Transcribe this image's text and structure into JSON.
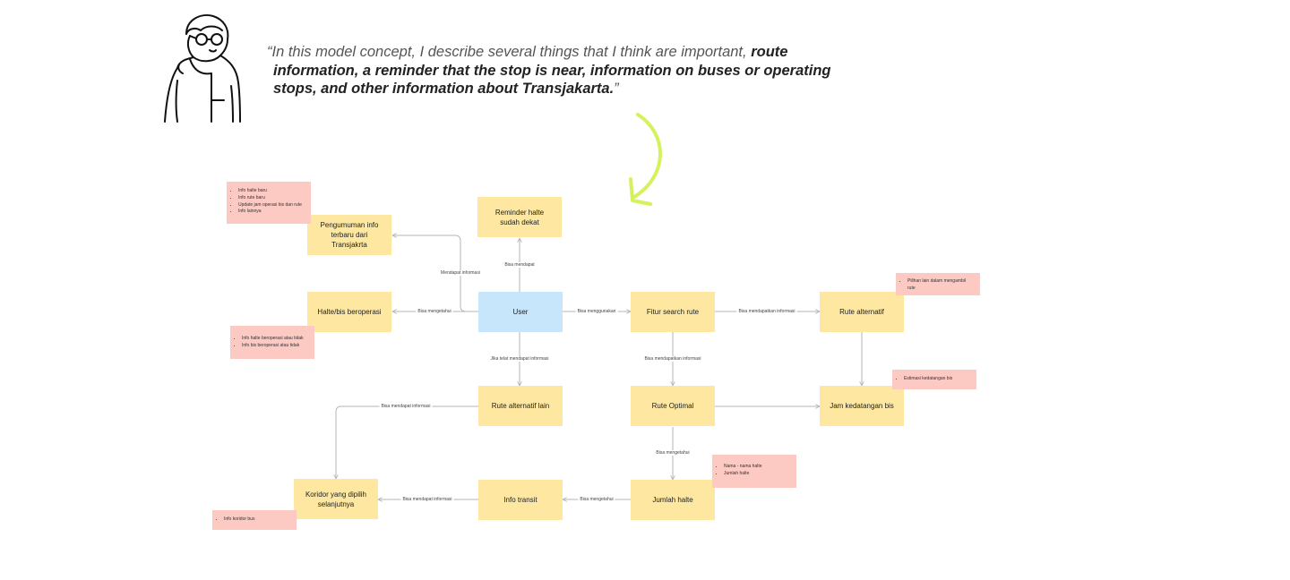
{
  "quote": {
    "open": "“",
    "intro": "In this model concept, I describe several things that I think are important, ",
    "bold1": "route",
    "bold2": "information, a reminder that the stop is near, information on buses or operating",
    "bold3": "stops, and other information about Transjakarta.",
    "close": "”"
  },
  "nodes": {
    "reminder": "Reminder halte sudah dekat",
    "pengumuman": "Pengumuman info terbaru dari Transjakrta",
    "halte_bis": "Halte/bis beroperasi",
    "user": "User",
    "fitur_search": "Fitur search rute",
    "rute_alternatif": "Rute alternatif",
    "rute_alternatif_lain": "Rute alternatif lain",
    "rute_optimal": "Rute Optimal",
    "jam_kedatangan": "Jam kedatangan bis",
    "koridor": "Koridor yang dipilih selanjutnya",
    "info_transit": "Info transit",
    "jumlah_halte": "Jumlah halte"
  },
  "edges": {
    "bisa_mendapat": "Bisa mendapat",
    "mendapat_informasi": "Mendapat informasi",
    "bisa_mengetahui_1": "Bisa mengetahui",
    "bisa_menggunakan": "Bisa menggunakan",
    "bisa_mendapatkan_informasi_1": "Bisa mendapatkan informasi",
    "bisa_mendapatkan_informasi_2": "Bisa mendapatkan informasi",
    "jika_telat": "Jika telat mendapat informasi",
    "bisa_mendapat_informasi_1": "Bisa mendapat informasi",
    "bisa_mengetahui_2": "Bisa mengetahui",
    "bisa_mendapat_informasi_2": "Bisa mendapat informasi",
    "bisa_mengetahui_3": "Bisa mengetahui"
  },
  "notes": {
    "pengumuman": [
      "Info halte baru",
      "Info rute baru",
      "Update jam operasi bis dan rute",
      "Info lainnya"
    ],
    "halte_bis": [
      "Info halte beroperasi atau tidak",
      "Info bis beroperasi atau tidak"
    ],
    "rute_alternatif": [
      "Pilihan lain dalam mengambil rute"
    ],
    "jam_kedatangan": [
      "Estimasi kedatangan bis"
    ],
    "jumlah_halte": [
      "Nama - nama halte",
      "Jumlah halte"
    ],
    "koridor": [
      "Info koridor bus"
    ]
  },
  "colors": {
    "node": "#fde7a1",
    "user_node": "#c7e6fb",
    "note": "#fdc9c3",
    "connector": "#b5b5b5",
    "arrow_accent": "#d4f25c"
  }
}
